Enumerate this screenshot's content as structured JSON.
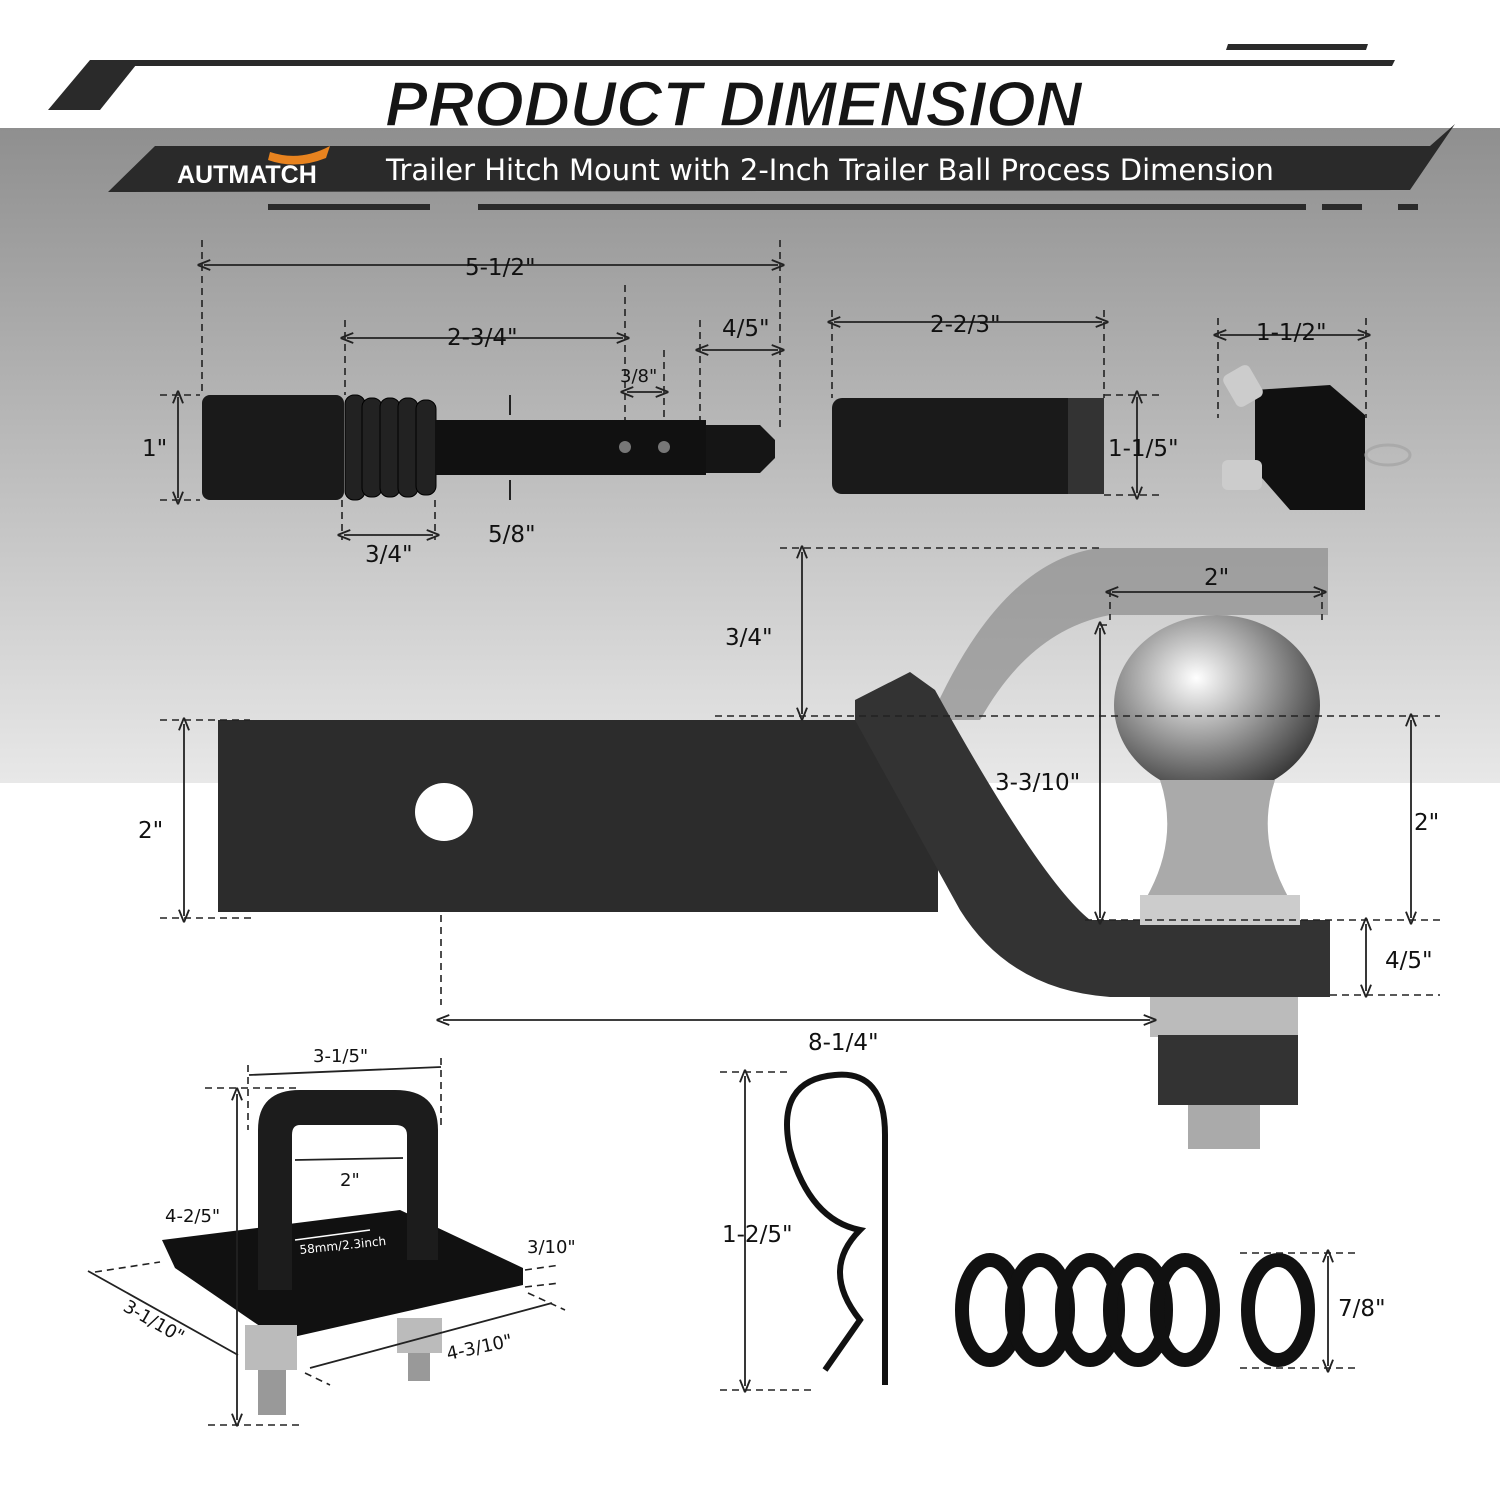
{
  "header": {
    "title": "PRODUCT DIMENSION",
    "brand": "AUTMATCH",
    "subtitle": "Trailer Hitch Mount with 2-Inch Trailer Ball Process Dimension"
  },
  "pin": {
    "total_length": "5-1/2\"",
    "shaft_length": "2-3/4\"",
    "tip_length": "4/5\"",
    "hole_spacing": "3/8\"",
    "head_diameter": "1\"",
    "shaft_diameter": "5/8\"",
    "spring_length": "3/4\""
  },
  "sleeve": {
    "length": "2-2/3\"",
    "diameter": "1-1/5\""
  },
  "keys": {
    "width": "1-1/2\""
  },
  "mount": {
    "rise": "3/4\"",
    "ball_diameter": "2\"",
    "ball_height": "3-3/10\"",
    "shank_height": "2\"",
    "ball_base_height": "2\"",
    "platform_thickness": "4/5\"",
    "length": "8-1/4\""
  },
  "clip": {
    "height": "1-2/5\""
  },
  "rings": {
    "diameter": "7/8\""
  },
  "tiedown": {
    "width": "3-1/5\"",
    "inner_width": "2\"",
    "height": "4-2/5\"",
    "bolt_spacing": "58mm/2.3inch",
    "plate_thickness": "3/10\"",
    "plate_depth": "3-1/10\"",
    "plate_length": "4-3/10\""
  },
  "colors": {
    "band": "#9a9a9a",
    "dark": "#2a2a2a"
  }
}
